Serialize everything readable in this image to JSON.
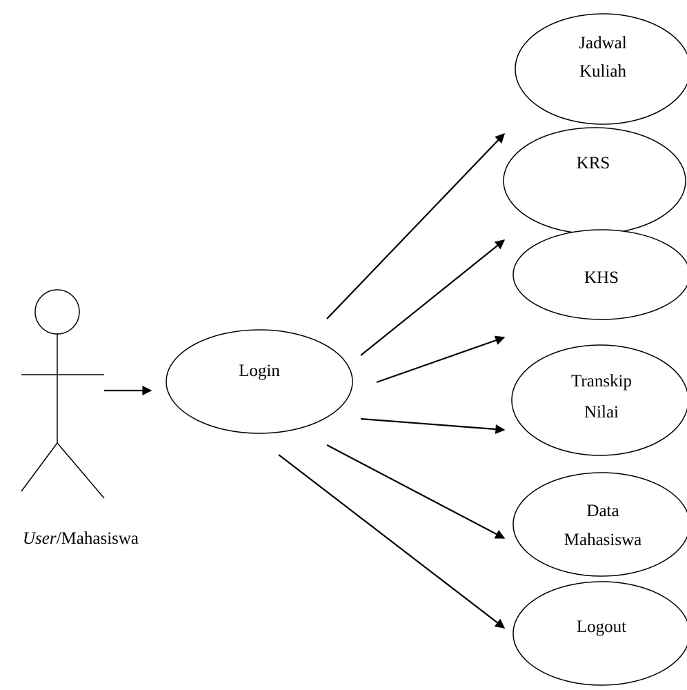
{
  "actor": {
    "label_italic": "User",
    "label_rest": "/Mahasiswa",
    "icon": "stick-figure-icon"
  },
  "use_cases": {
    "login": {
      "line1": "Login"
    },
    "jadwal": {
      "line1": "Jadwal",
      "line2": "Kuliah"
    },
    "krs": {
      "line1": "KRS"
    },
    "khs": {
      "line1": "KHS"
    },
    "transkip": {
      "line1": "Transkip",
      "line2": "Nilai"
    },
    "data_mahasiswa": {
      "line1": "Data",
      "line2": "Mahasiswa"
    },
    "logout": {
      "line1": "Logout"
    }
  },
  "colors": {
    "stroke": "#000000",
    "background": "#ffffff"
  }
}
